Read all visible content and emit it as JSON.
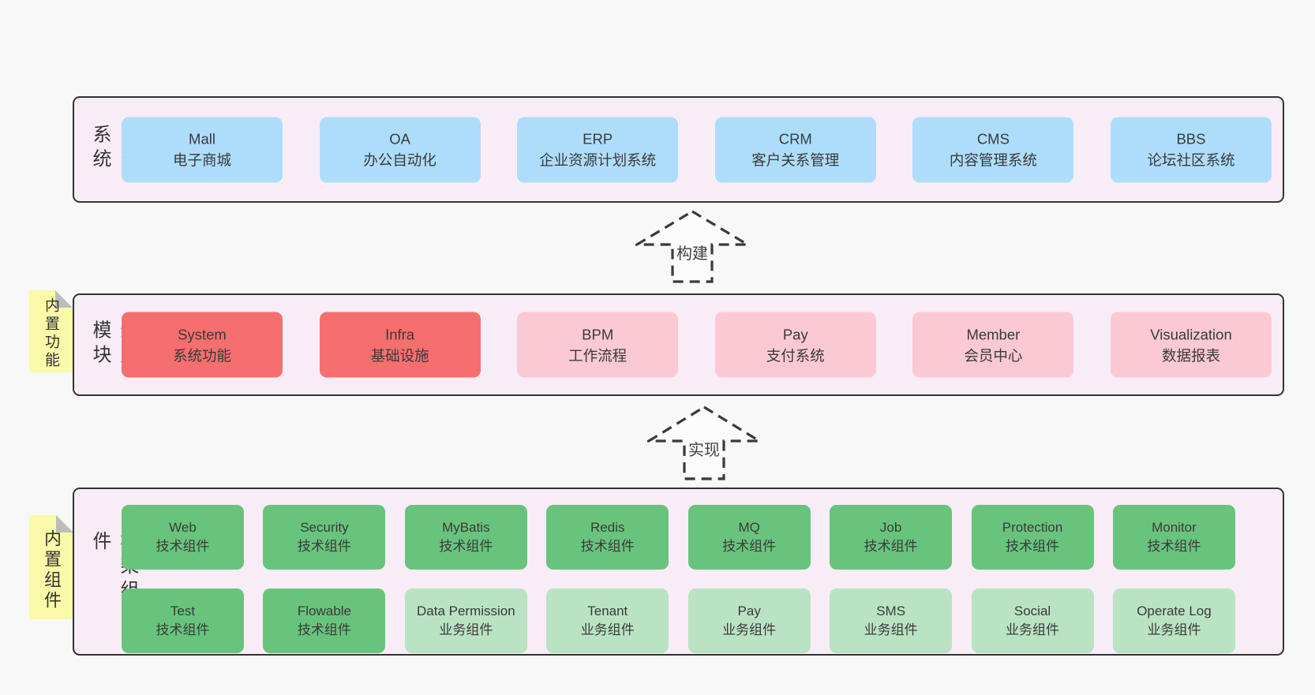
{
  "colors": {
    "page_bg": "#f8f8f8",
    "layer_bg": "#f8edf6",
    "layer_border": "#333333",
    "blue": "#aeddfb",
    "red": "#f56f6f",
    "pink": "#fbc9d4",
    "green": "#68c47d",
    "lightgreen": "#bae3c4",
    "note_bg": "#fafaa8",
    "note_fold": "#bcbcbc",
    "arrow_stroke": "#3a3a3a",
    "text": "#3a3a3a"
  },
  "arrows": [
    {
      "label": "构建"
    },
    {
      "label": "实现"
    }
  ],
  "sections": [
    {
      "id": "business-systems",
      "side_label": "业务系统",
      "sticky_note": null,
      "rows": [
        [
          {
            "title": "Mall",
            "subtitle": "电子商城",
            "variant": "blue"
          },
          {
            "title": "OA",
            "subtitle": "办公自动化",
            "variant": "blue"
          },
          {
            "title": "ERP",
            "subtitle": "企业资源计划系统",
            "variant": "blue"
          },
          {
            "title": "CRM",
            "subtitle": "客户关系管理",
            "variant": "blue"
          },
          {
            "title": "CMS",
            "subtitle": "内容管理系统",
            "variant": "blue"
          },
          {
            "title": "BBS",
            "subtitle": "论坛社区系统",
            "variant": "blue"
          }
        ]
      ]
    },
    {
      "id": "common-modules",
      "side_label": "通用模块",
      "sticky_note": "内置功能",
      "rows": [
        [
          {
            "title": "System",
            "subtitle": "系统功能",
            "variant": "red"
          },
          {
            "title": "Infra",
            "subtitle": "基础设施",
            "variant": "red"
          },
          {
            "title": "BPM",
            "subtitle": "工作流程",
            "variant": "pink"
          },
          {
            "title": "Pay",
            "subtitle": "支付系统",
            "variant": "pink"
          },
          {
            "title": "Member",
            "subtitle": "会员中心",
            "variant": "pink"
          },
          {
            "title": "Visualization",
            "subtitle": "数据报表",
            "variant": "pink"
          }
        ]
      ]
    },
    {
      "id": "framework-components",
      "side_label": "框架组件",
      "sticky_note": "内置组件",
      "rows": [
        [
          {
            "title": "Web",
            "subtitle": "技术组件",
            "variant": "green"
          },
          {
            "title": "Security",
            "subtitle": "技术组件",
            "variant": "green"
          },
          {
            "title": "MyBatis",
            "subtitle": "技术组件",
            "variant": "green"
          },
          {
            "title": "Redis",
            "subtitle": "技术组件",
            "variant": "green"
          },
          {
            "title": "MQ",
            "subtitle": "技术组件",
            "variant": "green"
          },
          {
            "title": "Job",
            "subtitle": "技术组件",
            "variant": "green"
          },
          {
            "title": "Protection",
            "subtitle": "技术组件",
            "variant": "green"
          },
          {
            "title": "Monitor",
            "subtitle": "技术组件",
            "variant": "green"
          }
        ],
        [
          {
            "title": "Test",
            "subtitle": "技术组件",
            "variant": "green"
          },
          {
            "title": "Flowable",
            "subtitle": "技术组件",
            "variant": "green"
          },
          {
            "title": "Data Permission",
            "subtitle": "业务组件",
            "variant": "lightgreen"
          },
          {
            "title": "Tenant",
            "subtitle": "业务组件",
            "variant": "lightgreen"
          },
          {
            "title": "Pay",
            "subtitle": "业务组件",
            "variant": "lightgreen"
          },
          {
            "title": "SMS",
            "subtitle": "业务组件",
            "variant": "lightgreen"
          },
          {
            "title": "Social",
            "subtitle": "业务组件",
            "variant": "lightgreen"
          },
          {
            "title": "Operate Log",
            "subtitle": "业务组件",
            "variant": "lightgreen"
          }
        ]
      ]
    }
  ]
}
